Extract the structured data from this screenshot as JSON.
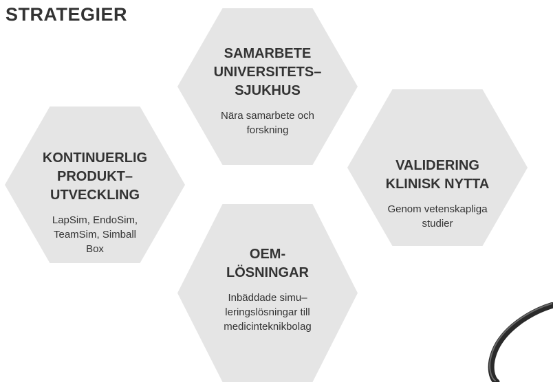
{
  "page": {
    "title": "STRATEGIER"
  },
  "strategies": {
    "top": {
      "title": "SAMARBETE\nUNIVERSITETS–\nSJUKHUS",
      "description": "Nära samarbete och\nforskning"
    },
    "left": {
      "title": "KONTINUERLIG\nPRODUKT–\nUTVECKLING",
      "description": "LapSim, EndoSim,\nTeamSim, Simball\nBox"
    },
    "right": {
      "title": "VALIDERING\nKLINISK NYTTA",
      "description": "Genom vetenskapliga\nstudier"
    },
    "bottom": {
      "title": "OEM-\nLÖSNINGAR",
      "description": "Inbäddade simu–\nleringslösningar till\nmedicinteknikbolag"
    }
  },
  "colors": {
    "hexagon_fill": "#e5e5e5",
    "text": "#333333",
    "background": "#ffffff"
  }
}
